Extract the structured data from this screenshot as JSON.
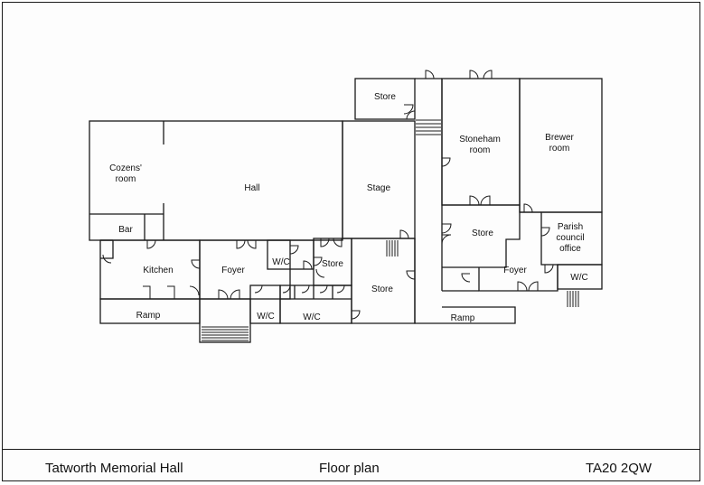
{
  "rooms": {
    "store_top": "Store",
    "stoneham": [
      "Stoneham",
      "room"
    ],
    "brewer": [
      "Brewer",
      "room"
    ],
    "cozens": [
      "Cozens'",
      "room"
    ],
    "bar": "Bar",
    "hall": "Hall",
    "stage": "Stage",
    "store_right": "Store",
    "parish": [
      "Parish",
      "council",
      "office"
    ],
    "kitchen": "Kitchen",
    "foyer_left": "Foyer",
    "wc_1": "W/C",
    "store_mid": "Store",
    "store_lower": "Store",
    "foyer_right": "Foyer",
    "wc_right": "W/C",
    "wc_2": "W/C",
    "wc_3": "W/C",
    "ramp_left": "Ramp",
    "ramp_right": "Ramp"
  },
  "footer": {
    "venue": "Tatworth Memorial Hall",
    "doc_type": "Floor plan",
    "postcode": "TA20 2QW"
  },
  "colors": {
    "line": "#1a1a1a",
    "paper": "#fdfdfd"
  }
}
